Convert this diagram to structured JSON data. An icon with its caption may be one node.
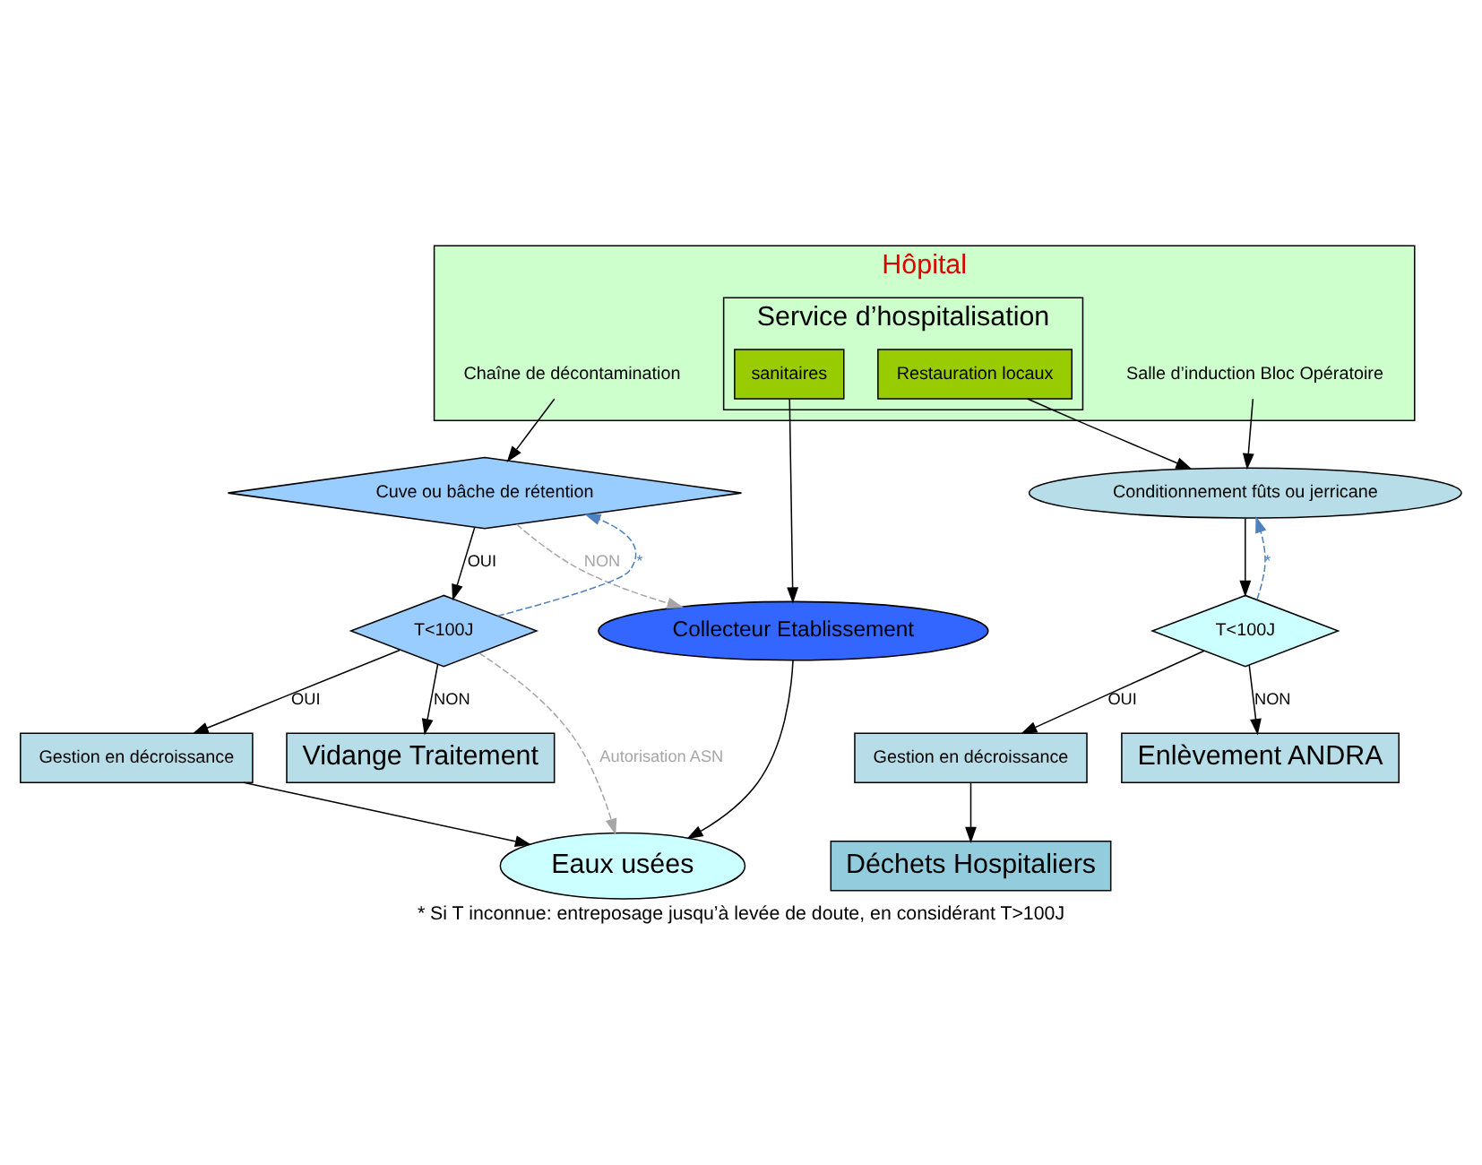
{
  "diagram": {
    "caption": "* Si T inconnue: entreposage jusqu’à levée de doute, en considérant T>100J",
    "nodes": [
      {
        "text": [
          "Hôpital"
        ]
      },
      {
        "text": [
          "Chaîne de décontamination"
        ],
        "in": 0
      },
      {
        "text": [
          "Service d’hospitalisation"
        ],
        "in": 0
      },
      {
        "text": [
          "sanitaires"
        ],
        "in": 2
      },
      {
        "text": [
          "Restauration locaux"
        ],
        "in": 2
      },
      {
        "text": [
          "Salle d’induction Bloc Opératoire"
        ],
        "in": 0
      },
      {
        "text": [
          "Cuve ou bâche de rétention"
        ]
      },
      {
        "text": [
          "T<100J"
        ]
      },
      {
        "text": [
          "Collecteur Etablissement"
        ]
      },
      {
        "text": [
          "Gestion en décroissance"
        ]
      },
      {
        "text": [
          "Vidange Traitement"
        ]
      },
      {
        "text": [
          "Eaux usées"
        ]
      },
      {
        "text": [
          "Conditionnement fûts ou jerricane"
        ]
      },
      {
        "text": [
          "T<100J"
        ]
      },
      {
        "text": [
          "Gestion en décroissance"
        ]
      },
      {
        "text": [
          "Déchets Hospitaliers"
        ]
      },
      {
        "text": [
          "Enlèvement ANDRA"
        ]
      }
    ],
    "edges": [
      {
        "from": 1,
        "to": 6,
        "arrow": "to"
      },
      {
        "from": 6,
        "to": 7,
        "arrow": "to",
        "label": "OUI"
      },
      {
        "from": 7,
        "to": 6,
        "arrow": "to",
        "label": "*",
        "style": "dashed",
        "color": "#4f81bd"
      },
      {
        "from": 6,
        "to": 8,
        "arrow": "to",
        "label": "NON",
        "style": "dashed",
        "color": "#a6a6a6"
      },
      {
        "from": 3,
        "to": 8,
        "arrow": "to"
      },
      {
        "from": 7,
        "to": 10,
        "arrow": "to",
        "label": "NON"
      },
      {
        "from": 7,
        "to": 9,
        "arrow": "to",
        "label": "OUI"
      },
      {
        "from": 7,
        "to": 11,
        "arrow": "to",
        "label": "Autorisation ASN",
        "style": "dashed",
        "color": "#a6a6a6"
      },
      {
        "from": 9,
        "to": 11,
        "arrow": "to"
      },
      {
        "from": 8,
        "to": 11,
        "arrow": "to"
      },
      {
        "from": 4,
        "to": 12,
        "arrow": "to"
      },
      {
        "from": 5,
        "to": 12,
        "arrow": "to"
      },
      {
        "from": 12,
        "to": 13,
        "arrow": "to"
      },
      {
        "from": 13,
        "to": 12,
        "arrow": "to",
        "label": "*",
        "style": "dashed",
        "color": "#4f81bd"
      },
      {
        "from": 13,
        "to": 14,
        "arrow": "to",
        "label": "OUI"
      },
      {
        "from": 13,
        "to": 16,
        "arrow": "to",
        "label": "NON"
      },
      {
        "from": 14,
        "to": 15,
        "arrow": "to"
      }
    ]
  }
}
